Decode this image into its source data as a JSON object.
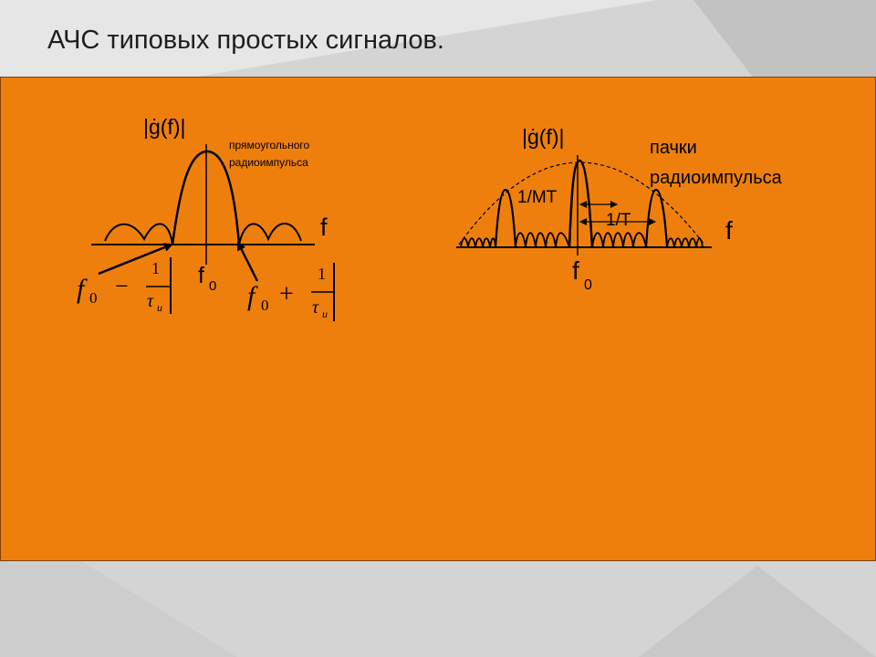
{
  "slide": {
    "title": "АЧС типовых простых сигналов."
  },
  "left_diagram": {
    "ylabel": "|ġ(f)|",
    "caption_line1": "прямоугольного",
    "caption_line2": "радиоимпульса",
    "xlabel": "f",
    "center_label": "f",
    "center_sub": "0",
    "formula_left": {
      "f": "f",
      "sub": "0",
      "op": "−",
      "num": "1",
      "den": "τ",
      "den_sub": "и"
    },
    "formula_right": {
      "f": "f",
      "sub": "0",
      "op": "+",
      "num": "1",
      "den": "τ",
      "den_sub": "и"
    }
  },
  "right_diagram": {
    "ylabel": "|ġ(f)|",
    "caption_line1": "пачки",
    "caption_line2": "радиоимпульса",
    "xlabel": "f",
    "center_label": "f",
    "center_sub": "0",
    "label_1_MT": "1/MT",
    "label_1_T": "1/T"
  },
  "colors": {
    "panel": "#ef7f0c",
    "background": "#d6d6d6",
    "ink": "#000000"
  }
}
